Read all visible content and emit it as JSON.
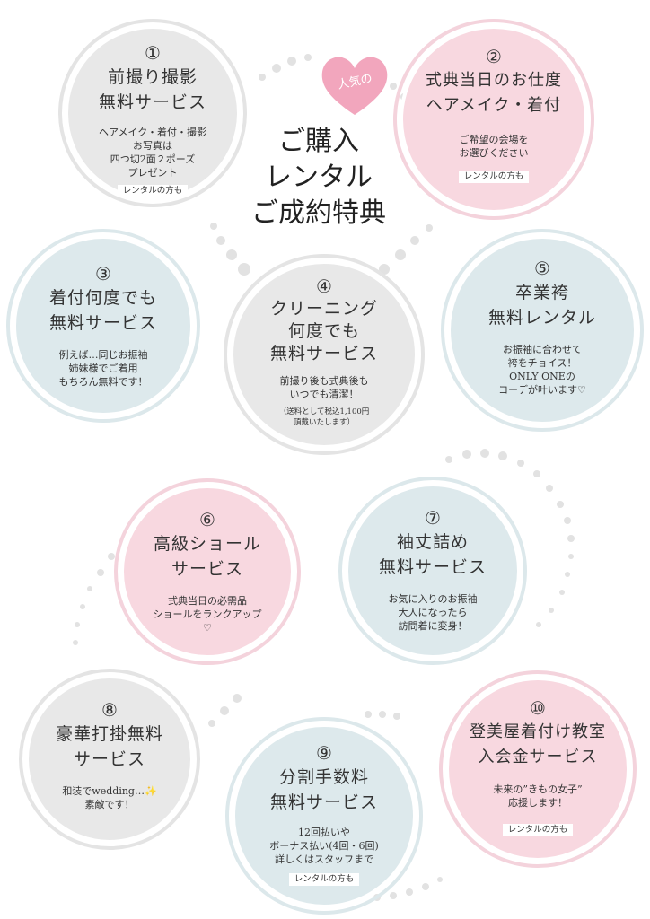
{
  "heart": {
    "label": "人気の",
    "color": "#f2a6bd"
  },
  "headline": {
    "line1": "ご購入",
    "line2": "レンタル",
    "line3": "ご成約特典"
  },
  "colors": {
    "gray": "#e8e8e8",
    "pink": "#f8d8e0",
    "blue": "#dde9ec",
    "dot": "#e2e2e2"
  },
  "benefits": [
    {
      "num": "①",
      "title1": "前撮り撮影",
      "title2": "無料サービス",
      "desc1": "ヘアメイク・着付・撮影",
      "desc2": "お写真は",
      "desc3": "四つ切2面２ポーズ",
      "desc4": "プレゼント",
      "tag": "レンタルの方も"
    },
    {
      "num": "②",
      "title1": "式典当日のお仕度",
      "title2": "ヘアメイク・着付",
      "desc1": "ご希望の会場を",
      "desc2": "お選びください",
      "tag": "レンタルの方も"
    },
    {
      "num": "③",
      "title1": "着付何度でも",
      "title2": "無料サービス",
      "desc1": "例えば…同じお振袖",
      "desc2": "姉妹様でご着用",
      "desc3": "もちろん無料です！"
    },
    {
      "num": "④",
      "title1": "クリーニング",
      "title2": "何度でも",
      "title3": "無料サービス",
      "desc1": "前撮り後も式典後も",
      "desc2": "いつでも清潔！",
      "note1": "（送料として税込1,100円",
      "note2": "頂戴いたします）"
    },
    {
      "num": "⑤",
      "title1": "卒業袴",
      "title2": "無料レンタル",
      "desc1": "お振袖に合わせて",
      "desc2": "袴をチョイス！",
      "desc3": "ONLY ONEの",
      "desc4": "コーデが叶います♡"
    },
    {
      "num": "⑥",
      "title1": "高級ショール",
      "title2": "サービス",
      "desc1": "式典当日の必需品",
      "desc2": "ショールをランクアップ",
      "desc3": "♡"
    },
    {
      "num": "⑦",
      "title1": "袖丈詰め",
      "title2": "無料サービス",
      "desc1": "お気に入りのお振袖",
      "desc2": "大人になったら",
      "desc3": "訪問着に変身！"
    },
    {
      "num": "⑧",
      "title1": "豪華打掛無料",
      "title2": "サービス",
      "desc1": "和装でwedding…✨",
      "desc2": "素敵です！"
    },
    {
      "num": "⑨",
      "title1": "分割手数料",
      "title2": "無料サービス",
      "desc1": "12回払いや",
      "desc2": "ボーナス払い(4回・6回)",
      "desc3": "詳しくはスタッフまで",
      "tag": "レンタルの方も"
    },
    {
      "num": "⑩",
      "title1": "登美屋着付け教室",
      "title2": "入会金サービス",
      "desc1": "未来の”きもの女子”",
      "desc2": "応援します！",
      "tag": "レンタルの方も"
    }
  ]
}
